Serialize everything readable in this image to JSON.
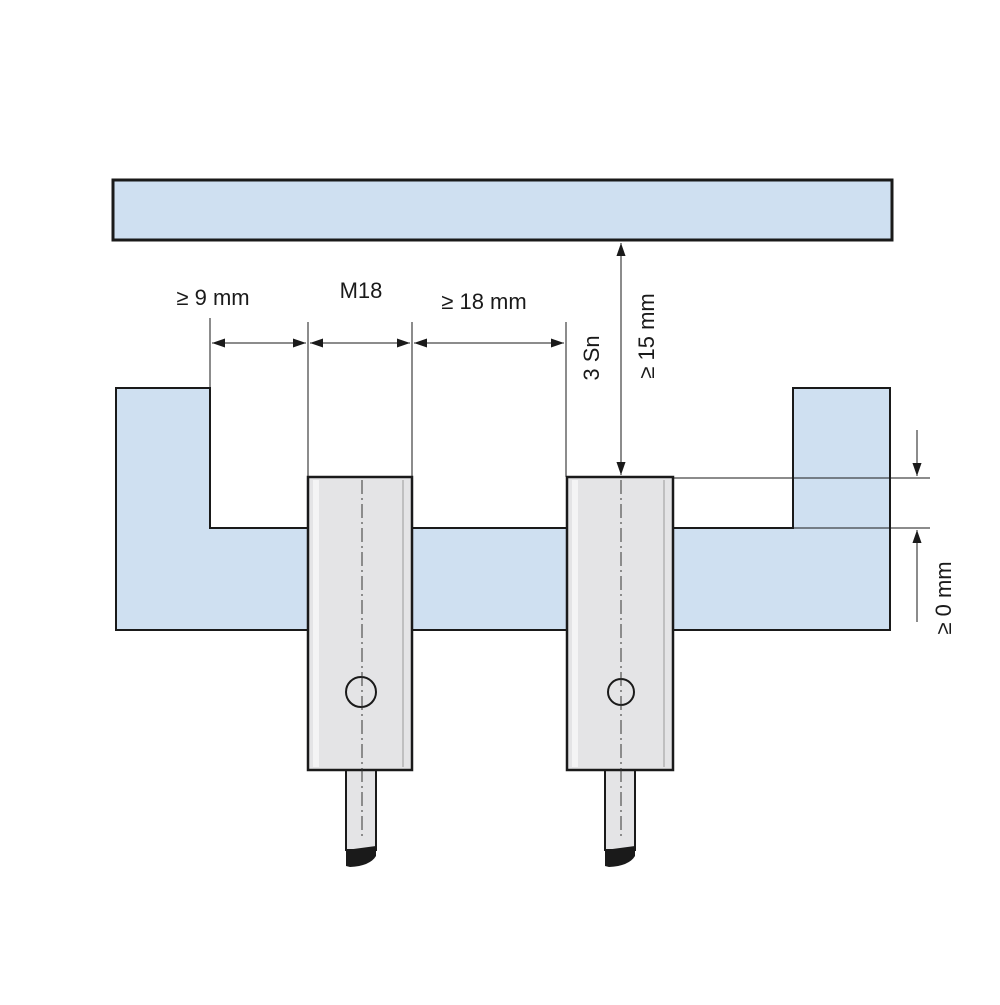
{
  "colors": {
    "panel_fill": "#cfe0f1",
    "sensor_fill": "#e4e4e6",
    "sensor_highlight": "#f4f4f5",
    "line": "#1a1a1a"
  },
  "labels": {
    "dim_9": "≥ 9 mm",
    "m18": "M18",
    "dim_18": "≥ 18 mm",
    "sn": "3 Sn",
    "dim_15": "≥ 15 mm",
    "dim_0": "≥ 0 mm"
  }
}
